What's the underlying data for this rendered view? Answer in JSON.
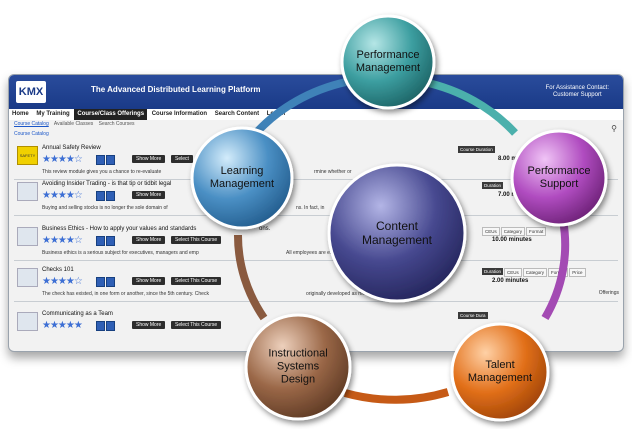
{
  "lms": {
    "logo": "KMX",
    "platform_title": "The Advanced Distributed Learning Platform",
    "assist_line1": "For Assistance Contact:",
    "assist_line2": "Customer Support",
    "nav": [
      "Home",
      "My Training",
      "Course/Class Offerings",
      "Course Information",
      "Search Content",
      "Logoff"
    ],
    "subnav": [
      "Course Catalog",
      "Available Classes",
      "Search Courses"
    ],
    "crumb": "Course Catalog",
    "offerings_label": "Offerings",
    "courses": [
      {
        "title": "Annual Safety Review",
        "desc": "This review module gives you a chance to re-evaluate",
        "desc_tail": "rmine whether or",
        "icon": "SAFETY",
        "rating": "★★★★☆",
        "duration_label": "Course Duration",
        "duration": "8.00 m",
        "show_more": "Show More",
        "select": "Select"
      },
      {
        "title": "Avoiding Insider Trading - is that tip or tidbit legal",
        "desc": "Buying and selling stocks is no longer the sole domain of",
        "desc_tail": "ns. In fact, in",
        "icon": "",
        "rating": "★★★★☆",
        "duration_label": "Duration",
        "duration": "7.00 m",
        "show_more": "Show More",
        "select": ""
      },
      {
        "title": "Business Ethics - How to apply your values and standards",
        "title_tail": "ons.",
        "desc": "Business ethics is a serious subject for executives, managers and emp",
        "desc_tail": "All employees are expected t",
        "icon": "",
        "rating": "★★★★☆",
        "duration_label": "",
        "duration": "10.00 minutes",
        "show_more": "Show More",
        "select": "Select This Course"
      },
      {
        "title": "Checks 101",
        "desc": "The check has existed, in one form or another, since the 5th century. Check",
        "desc_tail": "originally developed as means to m",
        "icon": "",
        "rating": "★★★★☆",
        "duration_label": "Duration",
        "duration": "2.00 minutes",
        "show_more": "Show More",
        "select": "Select This Course"
      },
      {
        "title": "Communicating as a Team",
        "desc": "",
        "desc_tail": "",
        "icon": "",
        "rating": "★★★★★",
        "duration_label": "Course Dura",
        "duration": "",
        "show_more": "Show More",
        "select": "Select This Course"
      }
    ],
    "duration_columns": [
      "CEUs",
      "Category",
      "Format",
      "Price"
    ]
  },
  "diagram": {
    "center": "Content\nManagement",
    "nodes": [
      {
        "id": "performance-management",
        "label": "Performance\nManagement",
        "color": "#3c9ea0"
      },
      {
        "id": "performance-support",
        "label": "Performance\nSupport",
        "color": "#b04cc0"
      },
      {
        "id": "talent-management",
        "label": "Talent\nManagement",
        "color": "#e2701a"
      },
      {
        "id": "instructional-systems-design",
        "label": "Instructional\nSystems\nDesign",
        "color": "#9a6747"
      },
      {
        "id": "learning-management",
        "label": "Learning\nManagement",
        "color": "#4a8fc4"
      }
    ],
    "center_color": "#46488f"
  }
}
